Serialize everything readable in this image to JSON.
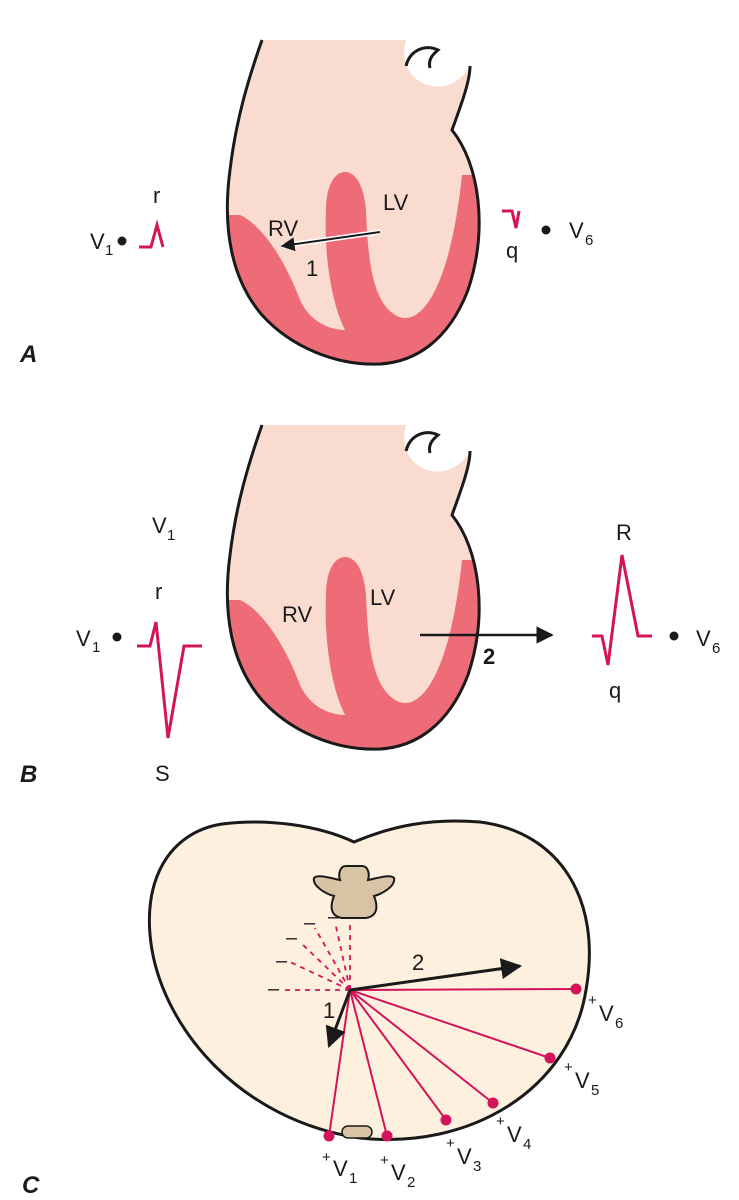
{
  "colors": {
    "myocardium": "#ee6b78",
    "cavity": "#f9dccf",
    "outline": "#1a1a1a",
    "ecg": "#d4145a",
    "torso": "#fdf0de",
    "vertebra": "#d9c3a5"
  },
  "panel_a": {
    "letter": "A",
    "rv": "RV",
    "lv": "LV",
    "vector": "1",
    "lead_left": "V",
    "lead_left_sub": "1",
    "wave_left": "r",
    "lead_right": "V",
    "lead_right_sub": "6",
    "wave_right": "q"
  },
  "panel_b": {
    "letter": "B",
    "rv": "RV",
    "lv": "LV",
    "vector": "2",
    "lead_title": "V",
    "lead_title_sub": "1",
    "lead_left": "V",
    "lead_left_sub": "1",
    "wave_r": "r",
    "wave_s": "S",
    "lead_right": "V",
    "lead_right_sub": "6",
    "wave_R": "R",
    "wave_q": "q"
  },
  "panel_c": {
    "letter": "C",
    "vector1": "1",
    "vector2": "2",
    "minus": "–",
    "plus": "+",
    "leads": [
      {
        "name": "V",
        "sub": "1"
      },
      {
        "name": "V",
        "sub": "2"
      },
      {
        "name": "V",
        "sub": "3"
      },
      {
        "name": "V",
        "sub": "4"
      },
      {
        "name": "V",
        "sub": "5"
      },
      {
        "name": "V",
        "sub": "6"
      }
    ]
  }
}
